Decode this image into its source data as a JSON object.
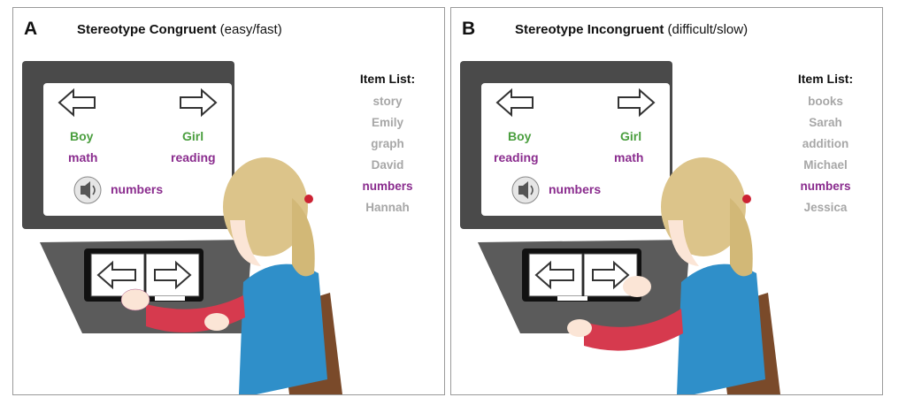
{
  "panels": [
    {
      "letter": "A",
      "title_bold": "Stereotype Congruent",
      "title_rest": " (easy/fast)",
      "screen": {
        "left_label": "Boy",
        "right_label": "Girl",
        "left_word": "math",
        "right_word": "reading",
        "audio_word": "numbers"
      },
      "item_list_title": "Item List:",
      "items": [
        "story",
        "Emily",
        "graph",
        "David",
        "numbers",
        "Hannah"
      ],
      "highlighted_item": "numbers",
      "pressed_key": "left"
    },
    {
      "letter": "B",
      "title_bold": "Stereotype Incongruent",
      "title_rest": " (difficult/slow)",
      "screen": {
        "left_label": "Boy",
        "right_label": "Girl",
        "left_word": "reading",
        "right_word": "math",
        "audio_word": "numbers"
      },
      "item_list_title": "Item List:",
      "items": [
        "books",
        "Sarah",
        "addition",
        "Michael",
        "numbers",
        "Jessica"
      ],
      "highlighted_item": "numbers",
      "pressed_key": "right"
    }
  ],
  "colors": {
    "category": "#4a9e3e",
    "attribute": "#8a2c8e",
    "item_dim": "#a7a7a7",
    "shirt": "#2f8fc9",
    "sleeve": "#d63a4e",
    "hair": "#dcc48a",
    "chair": "#7a4a2a"
  }
}
